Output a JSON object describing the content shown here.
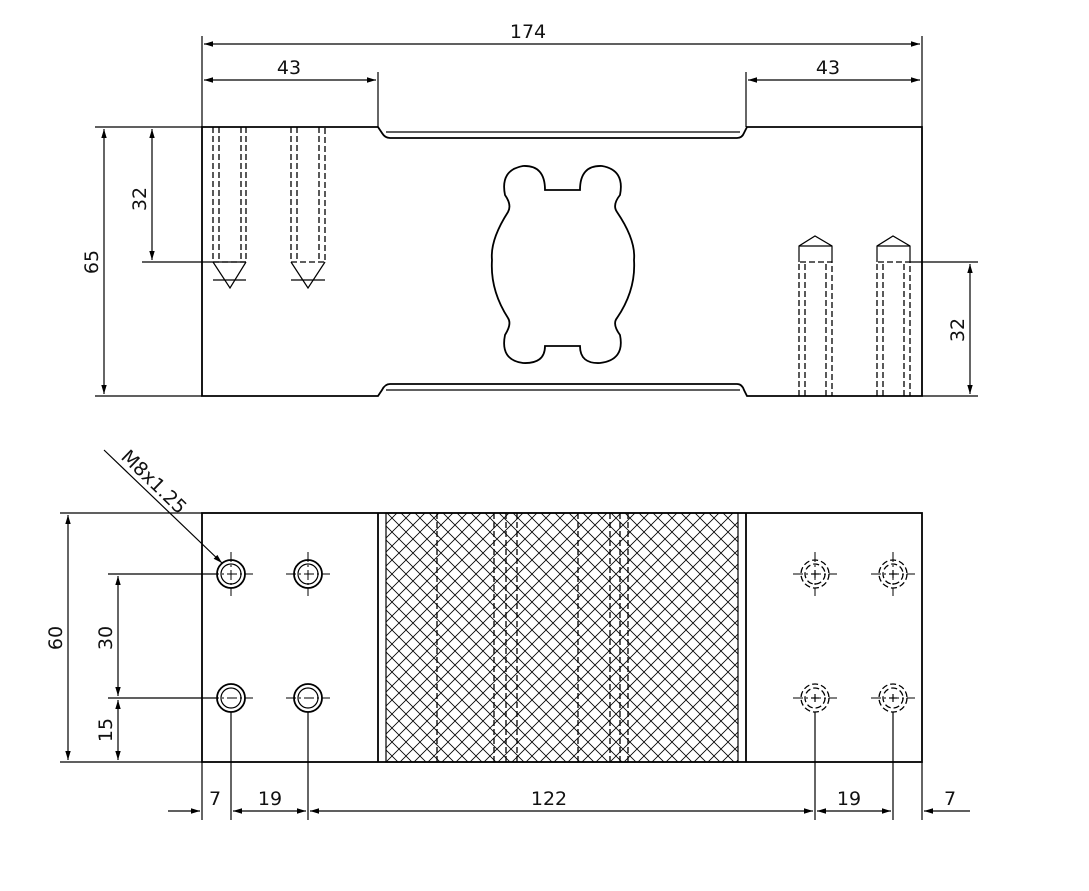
{
  "drawing": {
    "thread_callout": "M8x1.25",
    "top_view": {
      "overall_length": "174",
      "left_mount_length": "43",
      "right_mount_length": "43",
      "overall_height": "65",
      "left_hole_depth": "32",
      "right_hole_depth": "32"
    },
    "bottom_view": {
      "overall_width": "60",
      "hole_spacing_vertical": "30",
      "hole_offset_bottom": "15",
      "left_edge_offset": "7",
      "left_hole_pitch": "19",
      "center_distance": "122",
      "right_hole_pitch": "19",
      "right_edge_offset": "7"
    }
  }
}
